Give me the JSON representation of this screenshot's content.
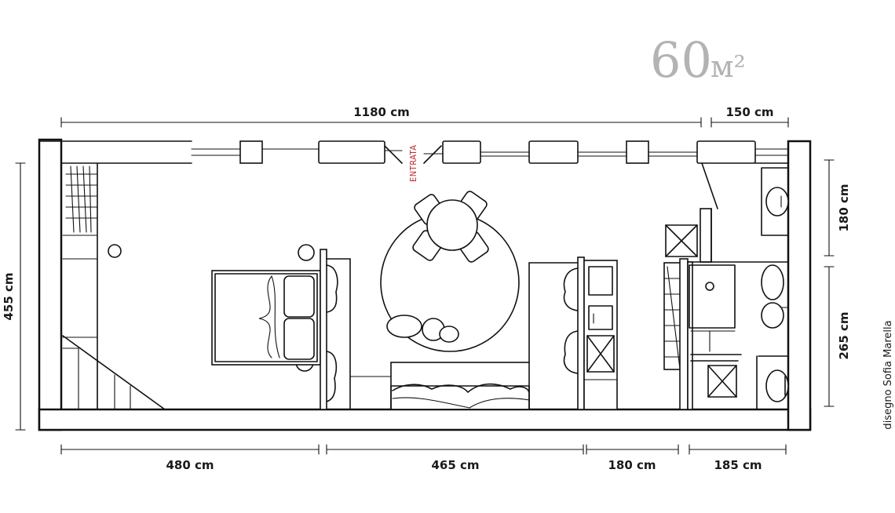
{
  "area": {
    "number": "60",
    "unit": "м²"
  },
  "entrance_label": "ENTRATA",
  "credit": "disegno Sofia Marella",
  "dimensions": {
    "top_overall": "1180 cm",
    "top_bath": "150 cm",
    "left_height": "455 cm",
    "right_upper": "180 cm",
    "right_lower": "265 cm",
    "bottom_bedroom": "480 cm",
    "bottom_living": "465 cm",
    "bottom_kitchen": "180 cm",
    "bottom_bath": "185 cm"
  },
  "colors": {
    "ink": "#111111",
    "area": "#b3b3b3",
    "entrance": "#c0282d"
  }
}
